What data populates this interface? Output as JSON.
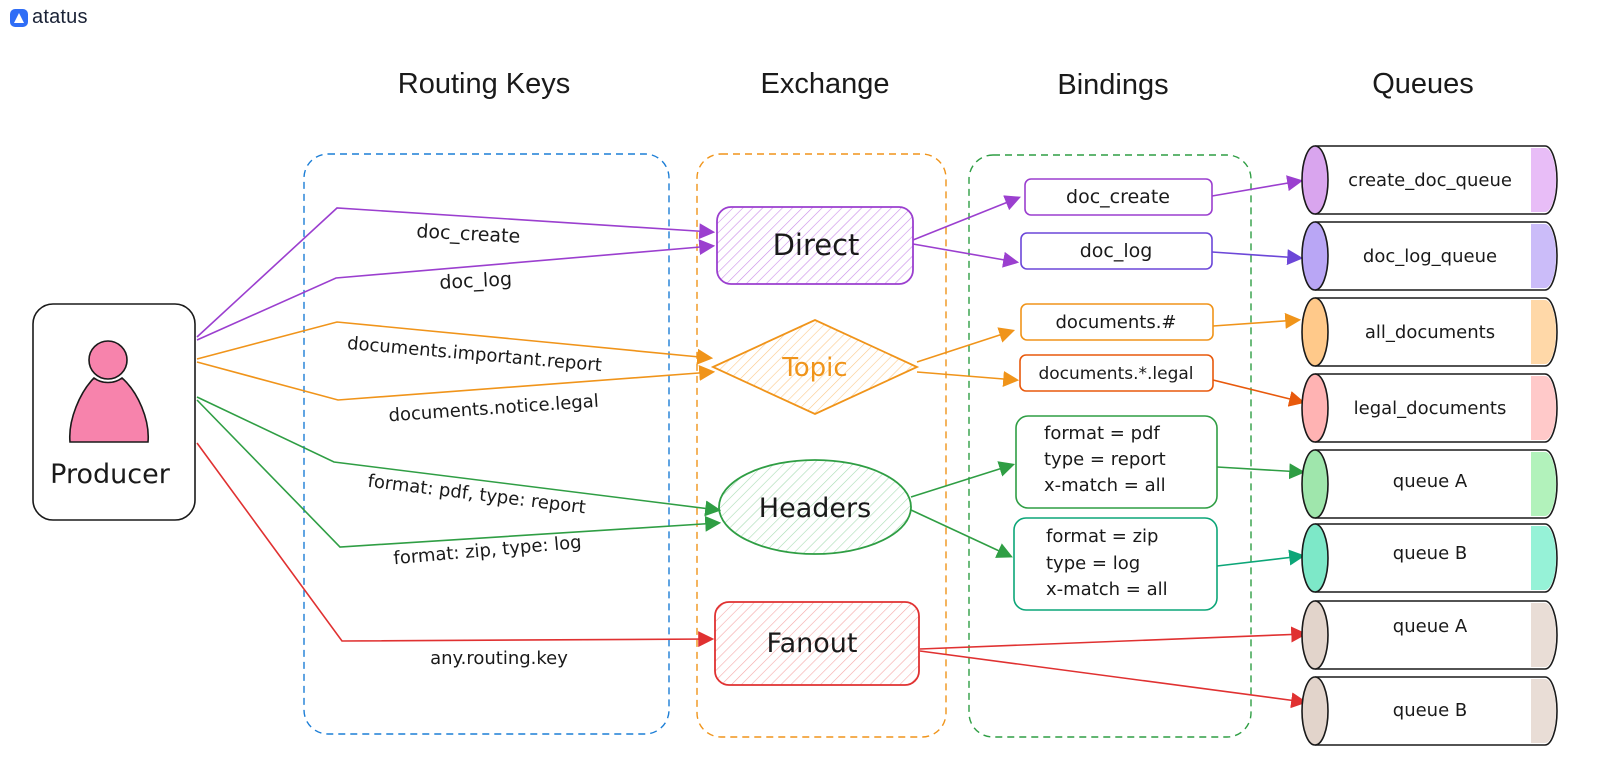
{
  "brand": {
    "name": "atatus"
  },
  "headers": {
    "routing_keys": "Routing Keys",
    "exchange": "Exchange",
    "bindings": "Bindings",
    "queues": "Queues"
  },
  "producer": {
    "label": "Producer"
  },
  "routing_keys": {
    "doc_create": "doc_create",
    "doc_log": "doc_log",
    "important_report": "documents.important.report",
    "notice_legal": "documents.notice.legal",
    "pdf_report": "format: pdf, type: report",
    "zip_log": "format: zip, type: log",
    "any": "any.routing.key"
  },
  "exchanges": {
    "direct": "Direct",
    "topic": "Topic",
    "headers": "Headers",
    "fanout": "Fanout"
  },
  "bindings": {
    "doc_create": "doc_create",
    "doc_log": "doc_log",
    "documents_hash": "documents.#",
    "documents_star_legal": "documents.*.legal",
    "h1_line1": "format = pdf",
    "h1_line2": "type = report",
    "h1_line3": "x-match = all",
    "h2_line1": "format = zip",
    "h2_line2": "type = log",
    "h2_line3": "x-match = all"
  },
  "queues": {
    "q1": "create_doc_queue",
    "q2": "doc_log_queue",
    "q3": "all_documents",
    "q4": "legal_documents",
    "q5": "queue A",
    "q6": "queue B",
    "q7": "queue A",
    "q8": "queue B"
  },
  "colors": {
    "direct": "#9b3fcf",
    "topic": "#f0941a",
    "headers": "#2f9e44",
    "fanout": "#e03131",
    "routing_box": "#1c7ed6",
    "producer_fill": "#f783ac"
  }
}
